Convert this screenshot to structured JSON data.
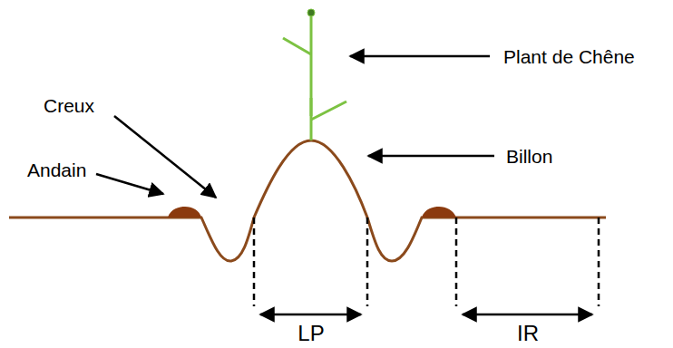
{
  "diagram": {
    "labels": [
      "Plant de Chêne",
      "Creux",
      "Andain",
      "Billon",
      "LP",
      "IR"
    ]
  }
}
